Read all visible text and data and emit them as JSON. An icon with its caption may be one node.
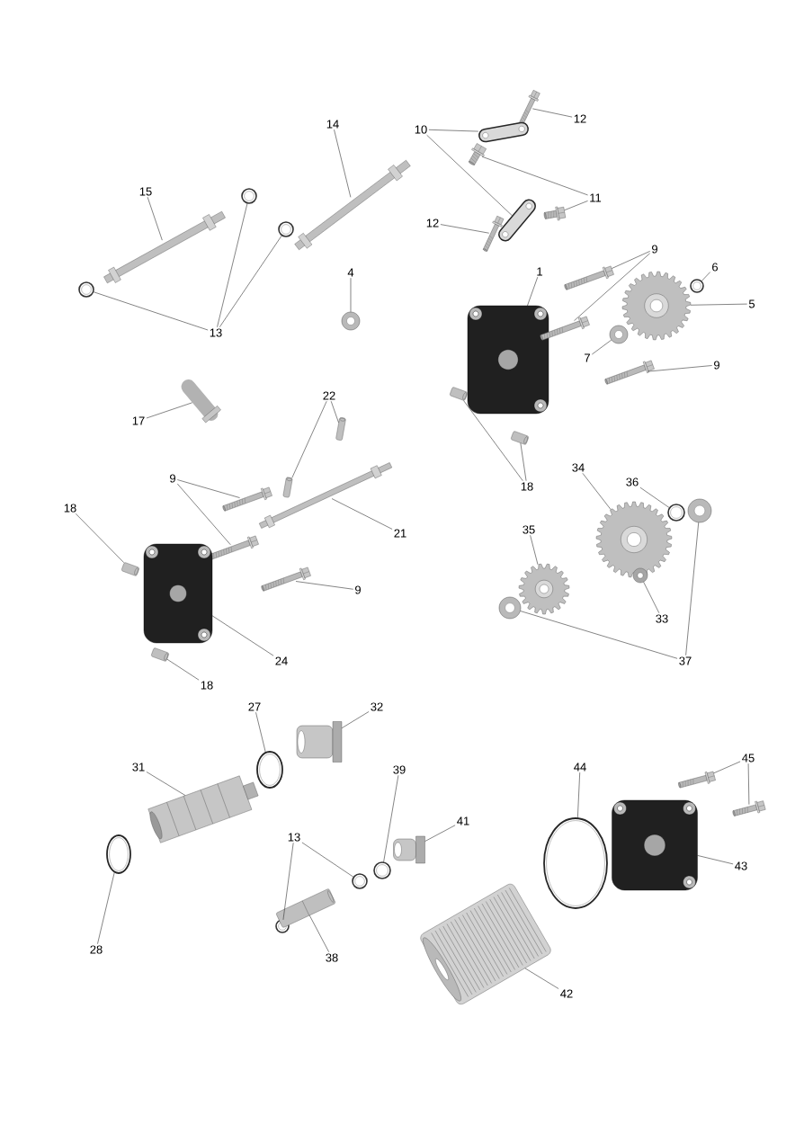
{
  "diagram": {
    "nodes": [
      {
        "text": [
          "12"
        ]
      },
      {
        "text": [],
        "shape": "picture"
      },
      {
        "text": [
          "10"
        ]
      },
      {
        "text": [],
        "shape": "picture"
      },
      {
        "text": [],
        "shape": "picture"
      },
      {
        "text": [
          "11"
        ]
      },
      {
        "text": [],
        "shape": "picture"
      },
      {
        "text": [],
        "shape": "picture"
      },
      {
        "text": [
          "12"
        ]
      },
      {
        "text": [],
        "shape": "picture"
      },
      {
        "text": [
          "14"
        ]
      },
      {
        "text": [],
        "shape": "picture"
      },
      {
        "text": [
          "15"
        ]
      },
      {
        "text": [],
        "shape": "picture"
      },
      {
        "text": [
          "13"
        ]
      },
      {
        "text": [],
        "shape": "picture"
      },
      {
        "text": [],
        "shape": "picture"
      },
      {
        "text": [],
        "shape": "picture"
      },
      {
        "text": [
          "4"
        ]
      },
      {
        "text": [],
        "shape": "picture"
      },
      {
        "text": [
          "1"
        ]
      },
      {
        "text": [],
        "shape": "picture"
      },
      {
        "text": [
          "9"
        ]
      },
      {
        "text": [],
        "shape": "picture"
      },
      {
        "text": [],
        "shape": "picture"
      },
      {
        "text": [
          "6"
        ]
      },
      {
        "text": [],
        "shape": "picture"
      },
      {
        "text": [
          "5"
        ]
      },
      {
        "text": [],
        "shape": "picture"
      },
      {
        "text": [
          "7"
        ]
      },
      {
        "text": [],
        "shape": "picture"
      },
      {
        "text": [
          "9"
        ]
      },
      {
        "text": [],
        "shape": "picture"
      },
      {
        "text": [
          "17"
        ]
      },
      {
        "text": [],
        "shape": "picture"
      },
      {
        "text": [
          "22"
        ]
      },
      {
        "text": [],
        "shape": "picture"
      },
      {
        "text": [],
        "shape": "picture"
      },
      {
        "text": [
          "18"
        ]
      },
      {
        "text": [],
        "shape": "picture"
      },
      {
        "text": [],
        "shape": "picture"
      },
      {
        "text": [
          "9"
        ]
      },
      {
        "text": [],
        "shape": "picture"
      },
      {
        "text": [],
        "shape": "picture"
      },
      {
        "text": [
          "21"
        ]
      },
      {
        "text": [],
        "shape": "picture"
      },
      {
        "text": [
          "18"
        ]
      },
      {
        "text": [],
        "shape": "picture"
      },
      {
        "text": [
          "34"
        ]
      },
      {
        "text": [],
        "shape": "picture"
      },
      {
        "text": [
          "36"
        ]
      },
      {
        "text": [],
        "shape": "picture"
      },
      {
        "text": [
          "35"
        ]
      },
      {
        "text": [],
        "shape": "picture"
      },
      {
        "text": [
          "9"
        ]
      },
      {
        "text": [],
        "shape": "picture"
      },
      {
        "text": [
          "33"
        ]
      },
      {
        "text": [],
        "shape": "picture"
      },
      {
        "text": [
          "24"
        ]
      },
      {
        "text": [],
        "shape": "picture"
      },
      {
        "text": [
          "37"
        ]
      },
      {
        "text": [],
        "shape": "picture"
      },
      {
        "text": [],
        "shape": "picture"
      },
      {
        "text": [
          "18"
        ]
      },
      {
        "text": [],
        "shape": "picture"
      },
      {
        "text": [
          "27"
        ]
      },
      {
        "text": [],
        "shape": "picture"
      },
      {
        "text": [
          "32"
        ]
      },
      {
        "text": [],
        "shape": "picture"
      },
      {
        "text": [
          "31"
        ]
      },
      {
        "text": [],
        "shape": "picture"
      },
      {
        "text": [
          "39"
        ]
      },
      {
        "text": [],
        "shape": "picture"
      },
      {
        "text": [
          "44"
        ]
      },
      {
        "text": [],
        "shape": "picture"
      },
      {
        "text": [
          "45"
        ]
      },
      {
        "text": [],
        "shape": "picture"
      },
      {
        "text": [],
        "shape": "picture"
      },
      {
        "text": [
          "41"
        ]
      },
      {
        "text": [],
        "shape": "picture"
      },
      {
        "text": [
          "13"
        ]
      },
      {
        "text": [],
        "shape": "picture"
      },
      {
        "text": [],
        "shape": "picture"
      },
      {
        "text": [
          "43"
        ]
      },
      {
        "text": [],
        "shape": "picture"
      },
      {
        "text": [
          "28"
        ]
      },
      {
        "text": [],
        "shape": "picture"
      },
      {
        "text": [
          "38"
        ]
      },
      {
        "text": [],
        "shape": "picture"
      },
      {
        "text": [
          "42"
        ]
      },
      {
        "text": [],
        "shape": "picture"
      }
    ],
    "edges": [
      {
        "from": 0,
        "to": 1,
        "arrow": "none"
      },
      {
        "from": 2,
        "to": 3,
        "arrow": "none"
      },
      {
        "from": 2,
        "to": 4,
        "arrow": "none"
      },
      {
        "from": 5,
        "to": 6,
        "arrow": "none"
      },
      {
        "from": 5,
        "to": 7,
        "arrow": "none"
      },
      {
        "from": 8,
        "to": 9,
        "arrow": "none"
      },
      {
        "from": 10,
        "to": 11,
        "arrow": "none"
      },
      {
        "from": 12,
        "to": 13,
        "arrow": "none"
      },
      {
        "from": 14,
        "to": 15,
        "arrow": "none"
      },
      {
        "from": 14,
        "to": 16,
        "arrow": "none"
      },
      {
        "from": 14,
        "to": 17,
        "arrow": "none"
      },
      {
        "from": 18,
        "to": 19,
        "arrow": "none"
      },
      {
        "from": 20,
        "to": 21,
        "arrow": "none"
      },
      {
        "from": 22,
        "to": 23,
        "arrow": "none"
      },
      {
        "from": 22,
        "to": 24,
        "arrow": "none"
      },
      {
        "from": 25,
        "to": 26,
        "arrow": "none"
      },
      {
        "from": 27,
        "to": 28,
        "arrow": "none"
      },
      {
        "from": 29,
        "to": 30,
        "arrow": "none"
      },
      {
        "from": 31,
        "to": 32,
        "arrow": "none"
      },
      {
        "from": 33,
        "to": 34,
        "arrow": "none"
      },
      {
        "from": 35,
        "to": 36,
        "arrow": "none"
      },
      {
        "from": 35,
        "to": 37,
        "arrow": "none"
      },
      {
        "from": 38,
        "to": 39,
        "arrow": "none"
      },
      {
        "from": 38,
        "to": 40,
        "arrow": "none"
      },
      {
        "from": 41,
        "to": 42,
        "arrow": "none"
      },
      {
        "from": 41,
        "to": 43,
        "arrow": "none"
      },
      {
        "from": 44,
        "to": 45,
        "arrow": "none"
      },
      {
        "from": 46,
        "to": 47,
        "arrow": "none"
      },
      {
        "from": 48,
        "to": 49,
        "arrow": "none"
      },
      {
        "from": 50,
        "to": 51,
        "arrow": "none"
      },
      {
        "from": 52,
        "to": 53,
        "arrow": "none"
      },
      {
        "from": 54,
        "to": 55,
        "arrow": "none"
      },
      {
        "from": 56,
        "to": 57,
        "arrow": "none"
      },
      {
        "from": 58,
        "to": 59,
        "arrow": "none"
      },
      {
        "from": 60,
        "to": 61,
        "arrow": "none"
      },
      {
        "from": 60,
        "to": 62,
        "arrow": "none"
      },
      {
        "from": 63,
        "to": 64,
        "arrow": "none"
      },
      {
        "from": 65,
        "to": 66,
        "arrow": "none"
      },
      {
        "from": 67,
        "to": 68,
        "arrow": "none"
      },
      {
        "from": 69,
        "to": 70,
        "arrow": "none"
      },
      {
        "from": 71,
        "to": 72,
        "arrow": "none"
      },
      {
        "from": 73,
        "to": 74,
        "arrow": "none"
      },
      {
        "from": 75,
        "to": 76,
        "arrow": "none"
      },
      {
        "from": 75,
        "to": 77,
        "arrow": "none"
      },
      {
        "from": 78,
        "to": 79,
        "arrow": "none"
      },
      {
        "from": 80,
        "to": 81,
        "arrow": "none"
      },
      {
        "from": 80,
        "to": 82,
        "arrow": "none"
      },
      {
        "from": 83,
        "to": 84,
        "arrow": "none"
      },
      {
        "from": 85,
        "to": 86,
        "arrow": "none"
      },
      {
        "from": 87,
        "to": 88,
        "arrow": "none"
      },
      {
        "from": 89,
        "to": 90,
        "arrow": "none"
      }
    ]
  }
}
